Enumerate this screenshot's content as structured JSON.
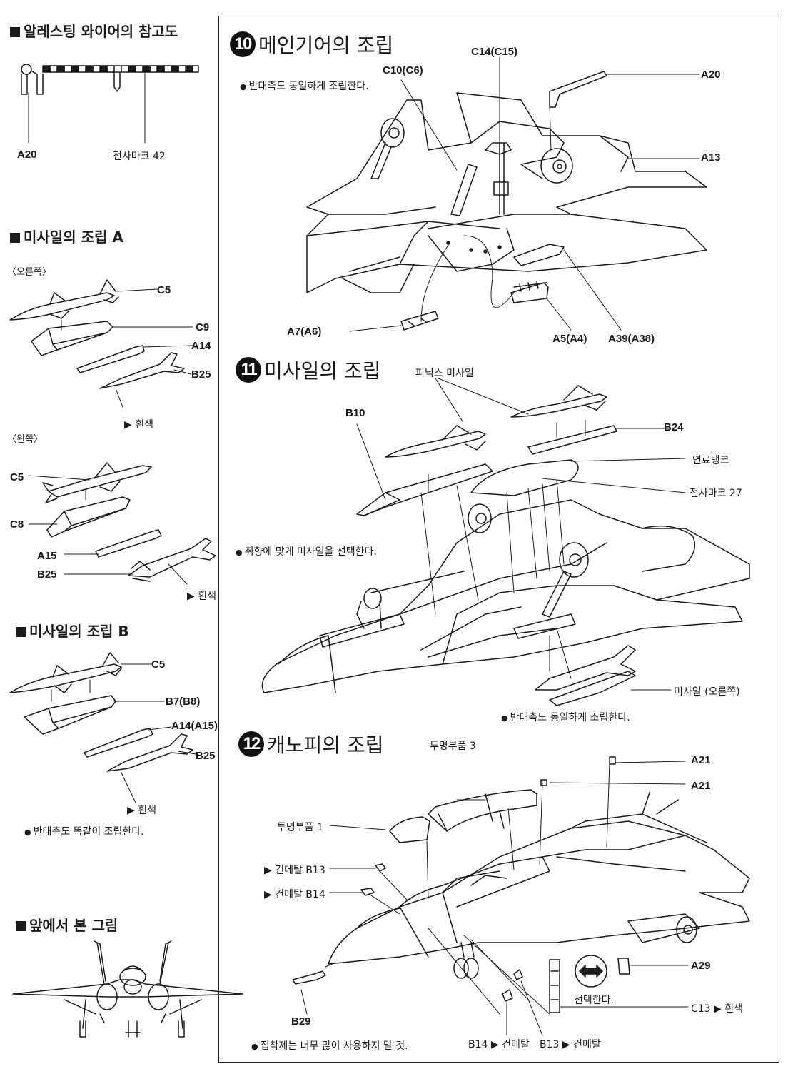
{
  "left": {
    "wire_ref": {
      "title": "알레스팅 와이어의 참고도",
      "labels": {
        "a20": "A20",
        "decal": "전사마크 42"
      }
    },
    "missile_a": {
      "title": "미사일의 조립 A",
      "right_side": "〈오른쪽〉",
      "left_side": "〈왼쪽〉",
      "right_labels": {
        "c5": "C5",
        "c9": "C9",
        "a14": "A14",
        "b25": "B25",
        "white": "▶ 흰색"
      },
      "left_labels": {
        "c5": "C5",
        "c8": "C8",
        "a15": "A15",
        "b25": "B25",
        "white": "▶ 흰색"
      }
    },
    "missile_b": {
      "title": "미사일의 조립 B",
      "labels": {
        "c5": "C5",
        "b7": "B7(B8)",
        "a14": "A14(A15)",
        "b25": "B25",
        "white": "▶ 흰색"
      },
      "note": "반대측도 똑같이 조립한다."
    },
    "front_view": {
      "title": "앞에서 본 그림"
    }
  },
  "step10": {
    "number": "10",
    "title": "메인기어의 조립",
    "note": "반대측도 동일하게 조립한다.",
    "labels": {
      "c14": "C14(C15)",
      "c10": "C10(C6)",
      "a20": "A20",
      "a13": "A13",
      "a7": "A7(A6)",
      "a5": "A5(A4)",
      "a39": "A39(A38)"
    }
  },
  "step11": {
    "number": "11",
    "title": "미사일의 조립",
    "note": "취향에 맞게 미사일을 선택한다.",
    "note2": "반대측도 동일하게 조립한다.",
    "labels": {
      "phoenix": "피닉스 미사일",
      "b10": "B10",
      "b24": "B24",
      "tank": "연료탱크",
      "decal": "전사마크 27",
      "missile_right": "미사일 (오른쪽)"
    }
  },
  "step12": {
    "number": "12",
    "title": "캐노피의 조립",
    "labels": {
      "clear3": "투명부품 3",
      "clear1": "투명부품 1",
      "a21a": "A21",
      "a21b": "A21",
      "b13": "▶ 건메탈 B13",
      "b14": "▶ 건메탈 B14",
      "a29": "A29",
      "select": "선택한다.",
      "c13": "C13 ▶ 흰색",
      "b29": "B29",
      "b14b": "B14 ▶ 건메탈",
      "b13b": "B13 ▶ 건메탈"
    },
    "note": "접착제는 너무 많이 사용하지 말 것."
  }
}
